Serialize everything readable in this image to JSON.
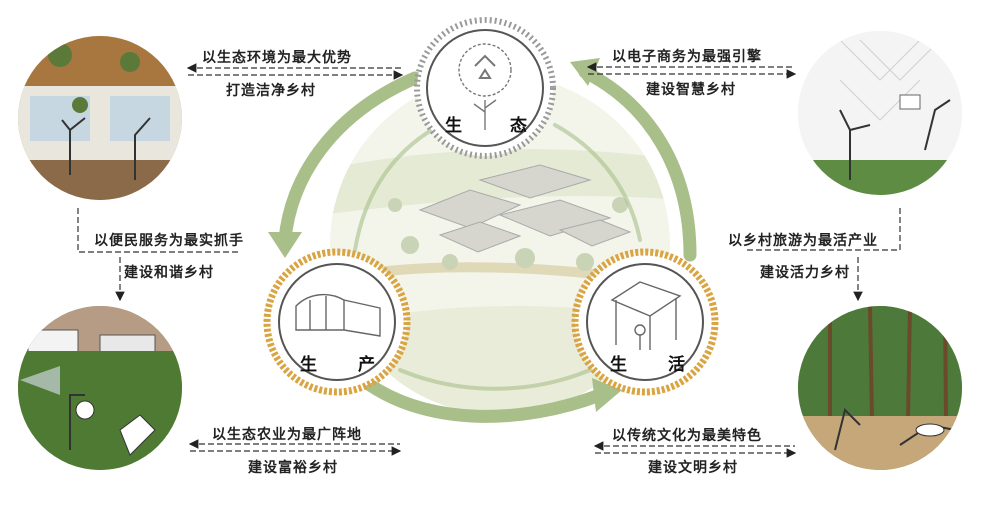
{
  "hubs": {
    "ecology": {
      "char1": "生",
      "char2": "态"
    },
    "production": {
      "char1": "生",
      "char2": "产"
    },
    "living": {
      "char1": "生",
      "char2": "活"
    }
  },
  "captions": {
    "top_left": {
      "line1": "以生态环境为最大优势",
      "line2": "打造洁净乡村"
    },
    "top_right": {
      "line1": "以电子商务为最强引擎",
      "line2": "建设智慧乡村"
    },
    "mid_left": {
      "line1": "以便民服务为最实抓手",
      "line2": "建设和谐乡村"
    },
    "mid_right": {
      "line1": "以乡村旅游为最活产业",
      "line2": "建设活力乡村"
    },
    "bottom_left": {
      "line1": "以生态农业为最广阵地",
      "line2": "建设富裕乡村"
    },
    "bottom_right": {
      "line1": "以传统文化为最美特色",
      "line2": "建设文明乡村"
    }
  },
  "colors": {
    "arrow_green": "#a9bf8a",
    "ring_orange": "#d9a441",
    "ring_grey": "#9a9a9a",
    "hub_fill": "#ffffff",
    "center_land": "#eef0e2"
  }
}
